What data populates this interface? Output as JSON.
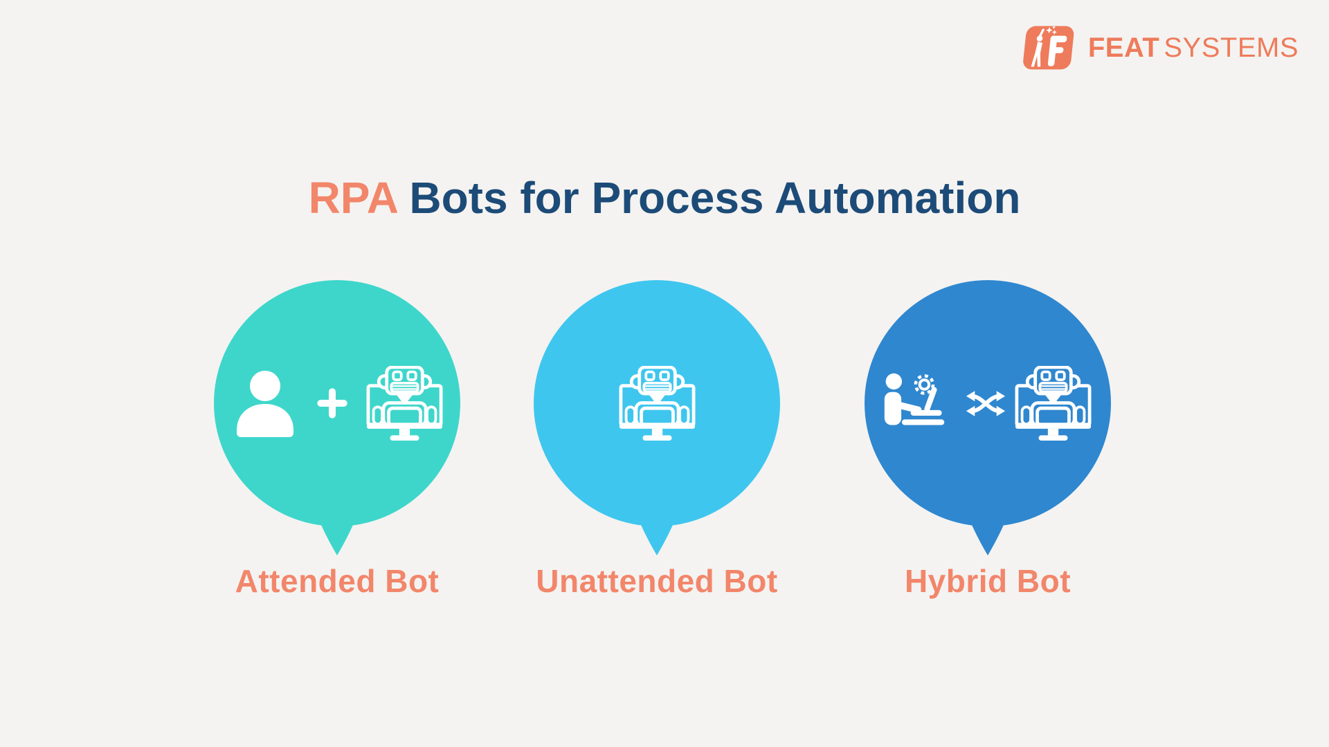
{
  "colors": {
    "background": "#F4F3F1",
    "title_text": "#1D4B78",
    "accent_orange": "#F2866A",
    "brand_orange": "#EE7B5B",
    "icon_white": "#FFFFFF",
    "bubble_teal": "#3ED6CB",
    "bubble_light_blue": "#3FC6EE",
    "bubble_blue": "#2F87CF"
  },
  "brand": {
    "icon": "feat-logo-icon",
    "name_bold": "FEAT",
    "name_regular": "SYSTEMS"
  },
  "title": {
    "highlight": "RPA",
    "rest": "Bots for Process Automation"
  },
  "bubbles": [
    {
      "label": "Attended Bot",
      "color": "#3ED6CB",
      "icons": [
        "person-icon",
        "plus-icon",
        "robot-on-monitor-icon"
      ]
    },
    {
      "label": "Unattended Bot",
      "color": "#3FC6EE",
      "icons": [
        "robot-on-monitor-icon"
      ]
    },
    {
      "label": "Hybrid Bot",
      "color": "#2F87CF",
      "icons": [
        "person-at-laptop-icon",
        "gear-icon",
        "shuffle-arrows-icon",
        "robot-on-monitor-icon"
      ]
    }
  ]
}
